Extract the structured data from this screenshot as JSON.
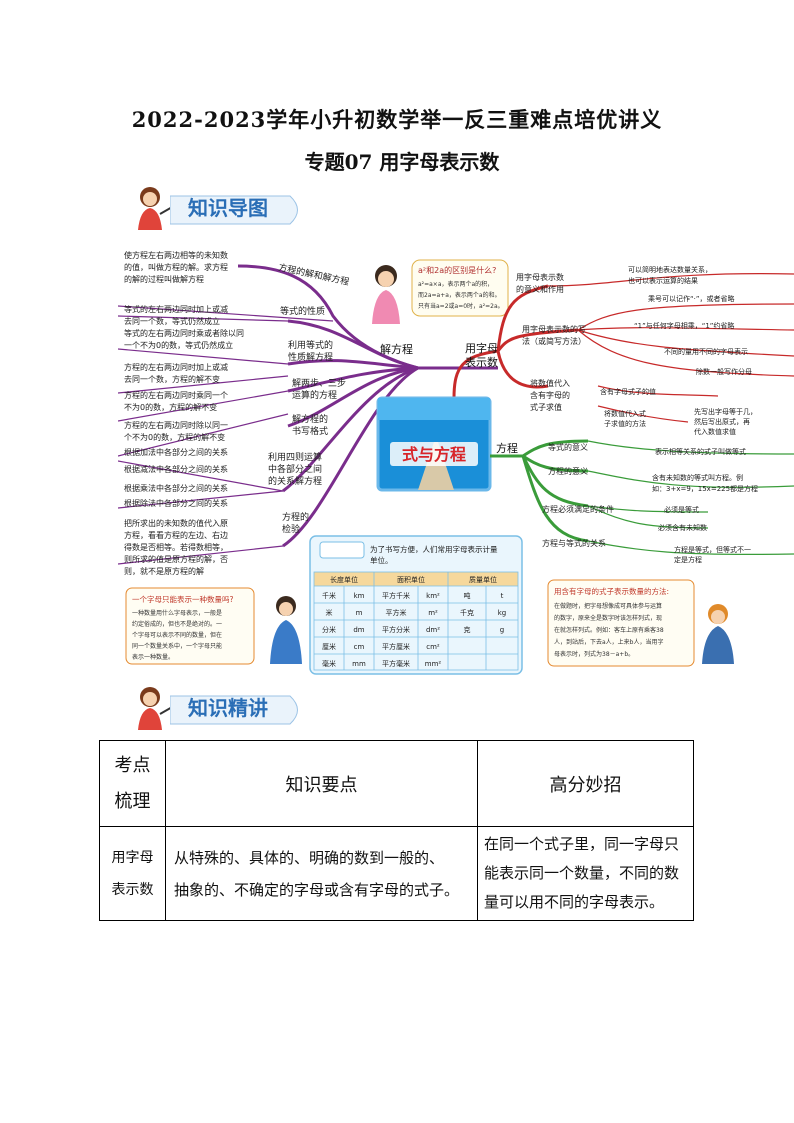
{
  "header": {
    "title": "2022-2023学年小升初数学举一反三重难点培优讲义",
    "subtitle": "专题07 用字母表示数"
  },
  "sections": {
    "mindmap_label": "知识导图",
    "lecture_label": "知识精讲"
  },
  "mindmap": {
    "center": "式与方程",
    "left_main": "解方程",
    "right_main_top": "用字母表示数",
    "right_main_top_lines": [
      "用字母",
      "表示数"
    ],
    "right_main_bottom": "方程",
    "left_branches": [
      {
        "label": "方程的解和解方程",
        "notes": [
          "使方程左右两边相等的未知数",
          "的值，叫做方程的解。求方程",
          "的解的过程叫做解方程"
        ]
      },
      {
        "label": "等式的性质",
        "notes": [
          "等式的左右两边同时加上或减",
          "去同一个数，等式仍然成立",
          "等式的左右两边同时乘或者除以同",
          "一个不为0的数，等式仍然成立"
        ]
      },
      {
        "label": "利用等式的性质解方程",
        "label_lines": [
          "利用等式的",
          "性质解方程"
        ],
        "notes": [
          "方程的左右两边同时加上或减",
          "去同一个数，方程的解不变",
          "方程的左右两边同时乘同一个",
          "不为0的数，方程的解不变",
          "方程的左右两边同时除以同一",
          "个不为0的数，方程的解不变"
        ]
      },
      {
        "label": "解两步、三步运算的方程",
        "label_lines": [
          "解两步、三步",
          "运算的方程"
        ]
      },
      {
        "label": "解方程的书写格式",
        "label_lines": [
          "解方程的",
          "书写格式"
        ]
      },
      {
        "label": "利用四则运算中各部分之间的关系解方程",
        "label_lines": [
          "利用四则运算",
          "中各部分之间",
          "的关系解方程"
        ],
        "notes": [
          "根据加法中各部分之间的关系",
          "根据减法中各部分之间的关系",
          "根据乘法中各部分之间的关系",
          "根据除法中各部分之间的关系"
        ]
      },
      {
        "label": "方程的检验",
        "label_lines": [
          "方程的",
          "检验"
        ],
        "notes": [
          "把所求出的未知数的值代入原",
          "方程，看看方程的左边、右边",
          "得数是否相等。若得数相等，",
          "则所求的值是原方程的解，否",
          "则，就不是原方程的解"
        ]
      }
    ],
    "bubble_top": {
      "question": "a²和2a的区别是什么?",
      "lines": [
        "a²=a×a，表示两个a的积，",
        "而2a=a+a，表示两个a的和。",
        "只有当a=2或a=0时，a²=2a。"
      ]
    },
    "right_top_branches": [
      {
        "label_lines": [
          "用字母表示数",
          "的意义和作用"
        ],
        "notes": [
          "可以简明地表达数量关系，",
          "也可以表示运算的结果"
        ]
      },
      {
        "label_lines": [
          "用字母表示数的写",
          "法（或简写方法）"
        ],
        "notes": [
          "乘号可以记作“·”，或者省略",
          "“1”与任何字母相乘，“1”约省略",
          "不同的量用不同的字母表示",
          "除数一般写作分母"
        ]
      },
      {
        "label_lines": [
          "将数值代入",
          "含有字母的",
          "式子求值"
        ],
        "notes": [
          "含有字母式子的值",
          "将数值代入式",
          "子求值的方法",
          "先写出字母等于几，",
          "然后写出原式，再",
          "代入数值求值"
        ]
      }
    ],
    "right_bottom_branches": [
      {
        "label": "等式的意义",
        "notes": [
          "表示相等关系的式子叫做等式"
        ]
      },
      {
        "label": "方程的意义",
        "notes": [
          "含有未知数的等式叫方程。例",
          "如：3+x=9，15x=225都是方程"
        ]
      },
      {
        "label": "方程必须满足的条件",
        "notes": [
          "必须是等式",
          "必须含有未知数"
        ]
      },
      {
        "label": "方程与等式的关系",
        "notes": [
          "方程是等式，但等式不一",
          "定是方程"
        ]
      }
    ],
    "bubble_left": {
      "question": "一个字母只能表示一种数量吗?",
      "lines": [
        "一种数量用什么字母表示，一般是",
        "约定俗成的，但也不是绝对的。一",
        "个字母可以表示不同的数量，但在",
        "同一个数量关系中，一个字母只能",
        "表示一种数量。"
      ]
    },
    "units": {
      "caption_lines": [
        "为了书写方便，人们常用字母表示计量",
        "单位。"
      ],
      "headers": [
        "长度单位",
        "面积单位",
        "质量单位"
      ],
      "rows": [
        [
          "千米",
          "km",
          "平方千米",
          "km²",
          "吨",
          "t"
        ],
        [
          "米",
          "m",
          "平方米",
          "m²",
          "千克",
          "kg"
        ],
        [
          "分米",
          "dm",
          "平方分米",
          "dm²",
          "克",
          "g"
        ],
        [
          "厘米",
          "cm",
          "平方厘米",
          "cm²",
          "",
          ""
        ],
        [
          "毫米",
          "mm",
          "平方毫米",
          "mm²",
          "",
          ""
        ]
      ]
    },
    "bubble_right": {
      "title": "用含有字母的式子表示数量的方法:",
      "lines": [
        "在做题时，把字母想像成可具体参与运算",
        "的数字，原来全是数字时该怎样列式，现",
        "在就怎样列式。例如：客车上原有乘客38",
        "人，到站后，下去a人，上来b人，当用字",
        "母表示时，列式为38－a+b。"
      ]
    }
  },
  "table": {
    "head": {
      "col1_lines": [
        "考点",
        "梳理"
      ],
      "col2": "知识要点",
      "col3": "高分妙招"
    },
    "row": {
      "col1_lines": [
        "用字母",
        "表示数"
      ],
      "col2_lines": [
        "从特殊的、具体的、明确的数到一般的、",
        "抽象的、不确定的字母或含有字母的式子。"
      ],
      "col3_lines": [
        "在同一个式子里，同一字母只",
        "能表示同一个数量，不同的数",
        "量可以用不同的字母表示。"
      ]
    }
  }
}
